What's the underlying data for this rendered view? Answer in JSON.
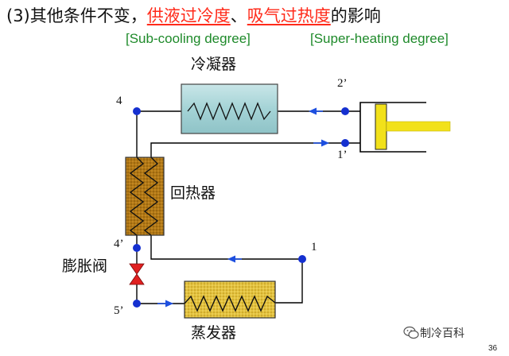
{
  "title": {
    "prefix": "(3)其他条件不变，",
    "highlight_1": "供液过冷度",
    "separator": "、",
    "highlight_2": "吸气过热度",
    "suffix": "的影响",
    "highlight_color": "#ff2a1a"
  },
  "english_labels": {
    "sub_cooling": "[Sub-cooling degree]",
    "super_heating": "[Super-heating degree]",
    "color": "#1e8a2a"
  },
  "components": {
    "condenser": "冷凝器",
    "regenerator": "回热器",
    "expansion_valve": "膨胀阀",
    "evaporator": "蒸发器"
  },
  "nodes": {
    "n4": "4",
    "n2p": "2’",
    "n1p": "1’",
    "n4p": "4’",
    "n1": "1",
    "n5p": "5’"
  },
  "icons": [
    "arrow-left-icon",
    "arrow-right-icon",
    "wechat-icon"
  ],
  "colors": {
    "pipe": "#000000",
    "node": "#1530d0",
    "flow_arrow": "#1d4fe0",
    "condenser_fill": "#a9d6d8",
    "coil": "#111111",
    "regenerator_fill": "#b57a15",
    "evaporator_fill": "#e6c94a",
    "valve": "#e02020",
    "piston_rod": "#f2e11a"
  },
  "watermark": "制冷百科",
  "page_number": "36"
}
